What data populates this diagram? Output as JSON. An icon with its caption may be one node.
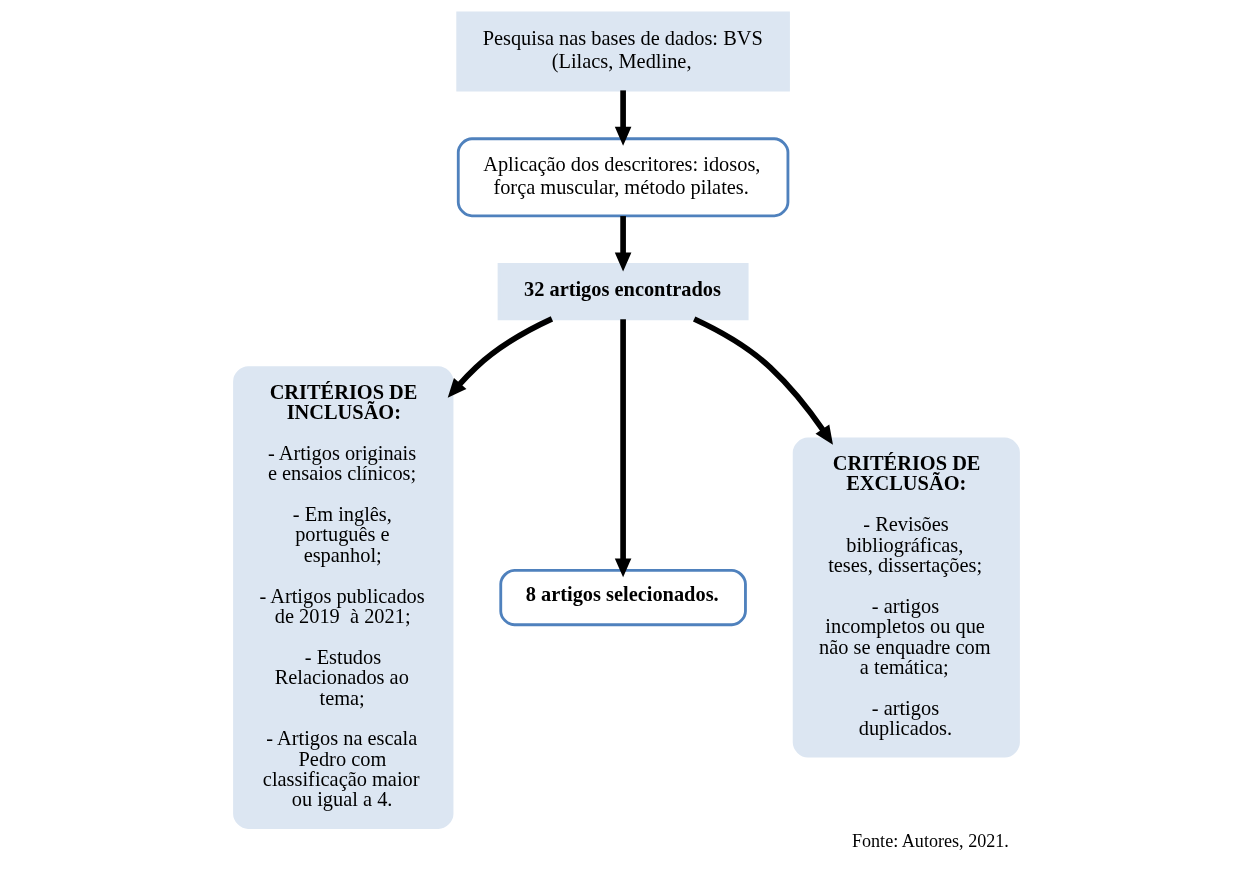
{
  "diagram": {
    "caption": "Fonte: Autores, 2021.",
    "nodes": [
      {
        "text": [
          "Pesquisa nas bases de dados: BVS (Lilacs, Medline,"
        ]
      },
      {
        "text": [
          "Aplicação dos descritores: idosos, força muscular, método pilates."
        ]
      },
      {
        "text": [
          "32 artigos encontrados"
        ]
      },
      {
        "text": [
          "8 artigos selecionados."
        ]
      },
      {
        "text": [
          "CRITÉRIOS DE INCLUSÃO:",
          "- Artigos originais e ensaios clínicos;",
          "- Em inglês, português e espanhol;",
          "- Artigos publicados de 2019  à 2021;",
          "- Estudos Relacionados ao tema;",
          "- Artigos na escala Pedro com classificação maior ou igual a 4."
        ]
      },
      {
        "text": [
          "CRITÉRIOS DE EXCLUSÃO:",
          "- Revisões bibliográficas, teses, dissertações;",
          "- artigos incompletos ou que não se enquadre com a temática;",
          "- artigos duplicados."
        ]
      }
    ],
    "edges": [
      {
        "from": 0,
        "to": 1,
        "arrow": "to"
      },
      {
        "from": 1,
        "to": 2,
        "arrow": "to"
      },
      {
        "from": 2,
        "to": 4,
        "arrow": "to"
      },
      {
        "from": 2,
        "to": 3,
        "arrow": "to"
      },
      {
        "from": 2,
        "to": 5,
        "arrow": "to"
      }
    ]
  }
}
